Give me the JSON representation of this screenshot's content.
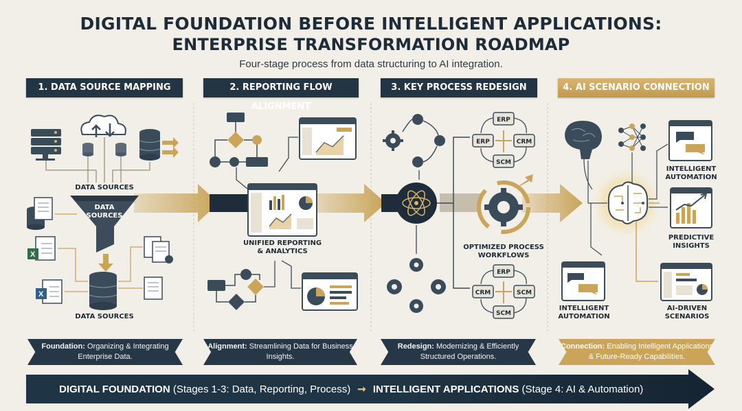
{
  "title": {
    "line1": "DIGITAL FOUNDATION BEFORE INTELLIGENT APPLICATIONS:",
    "line2": "ENTERPRISE TRANSFORMATION ROADMAP",
    "subtitle": "Four-stage process from data structuring to AI integration."
  },
  "stages": [
    {
      "header": "1. DATA SOURCE MAPPING",
      "labels": {
        "sources_top": "DATA SOURCES",
        "funnel_line1": "DATA",
        "funnel_line2": "SOURCES",
        "sources_bottom": "DATA SOURCES"
      },
      "caption_bold": "Foundation:",
      "caption_rest": " Organizing & Integrating Enterprise Data."
    },
    {
      "header": "2. REPORTING FLOW ALIGNMENT",
      "labels": {
        "center_line1": "UNIFIED REPORTING",
        "center_line2": "& ANALYTICS"
      },
      "caption_bold": "Alignment:",
      "caption_rest": " Streamlining Data for Business Insights."
    },
    {
      "header": "3. KEY PROCESS REDESIGN",
      "labels": {
        "center_line1": "OPTIMIZED PROCESS",
        "center_line2": "WORKFLOWS",
        "erp": "ERP",
        "scm": "SCM",
        "crm": "CRM"
      },
      "caption_bold": "Redesign:",
      "caption_rest": " Modernizing & Efficiently Structured Operations."
    },
    {
      "header": "4. AI SCENARIO CONNECTION",
      "labels": {
        "intelligent_automation_right_1": "INTELLIGENT",
        "intelligent_automation_right_2": "AUTOMATION",
        "predictive_1": "PREDICTIVE",
        "predictive_2": "INSIGHTS",
        "intelligent_automation_left_1": "INTELLIGENT",
        "intelligent_automation_left_2": "AUTOMATION",
        "ai_driven_1": "AI-DRIVEN",
        "ai_driven_2": "SCENARIOS"
      },
      "caption_bold": "Connection:",
      "caption_rest": " Enabling Intelligent Applications & Future-Ready Capabilities."
    }
  ],
  "bottom": {
    "left_bold": "DIGITAL FOUNDATION",
    "left_rest": " (Stages 1-3: Data, Reporting, Process)",
    "right_bold": "INTELLIGENT APPLICATIONS",
    "right_rest": " (Stage 4: AI & Automation)"
  },
  "colors": {
    "navy": "#233443",
    "gold": "#c9a459",
    "background": "#f2efe8"
  }
}
